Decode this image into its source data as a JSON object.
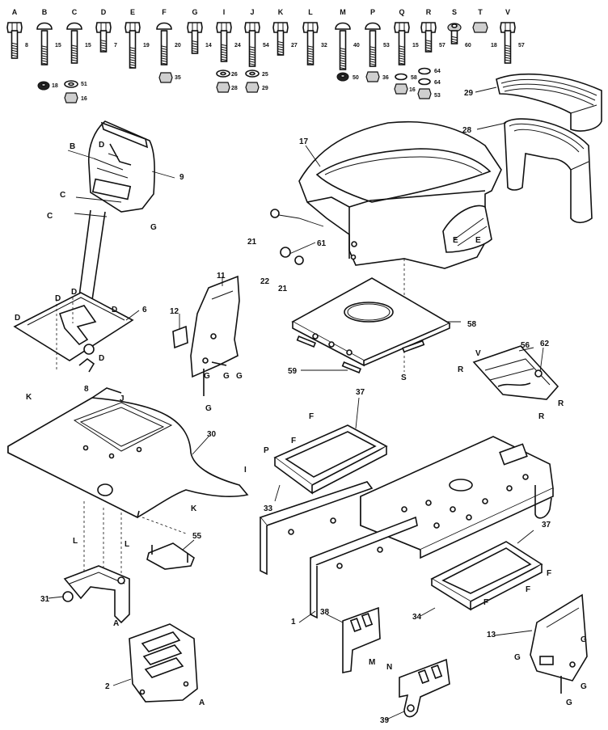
{
  "header_letters": [
    "A",
    "B",
    "C",
    "D",
    "E",
    "F",
    "G",
    "I",
    "J",
    "K",
    "L",
    "M",
    "P",
    "Q",
    "R",
    "S",
    "T",
    "V"
  ],
  "fastener_counts": [
    "8",
    "15",
    "15",
    "7",
    "19",
    "20",
    "14",
    "24",
    "54",
    "27",
    "32",
    "40",
    "53",
    "15",
    "57",
    "60",
    "18",
    "57"
  ],
  "small_hardware_counts": [
    "18",
    "51",
    "16",
    "35",
    "26",
    "25",
    "28",
    "29",
    "50",
    "36",
    "16",
    "58",
    "64",
    "64",
    "53"
  ],
  "part_numbers": [
    "29",
    "28",
    "17",
    "9",
    "21",
    "61",
    "22",
    "21",
    "6",
    "11",
    "12",
    "58",
    "59",
    "56",
    "62",
    "8",
    "37",
    "30",
    "55",
    "31",
    "33",
    "1",
    "34",
    "37",
    "38",
    "13",
    "2",
    "39"
  ],
  "part_letters": [
    "B",
    "D",
    "C",
    "C",
    "G",
    "D",
    "D",
    "D",
    "D",
    "G",
    "G",
    "G",
    "G",
    "S",
    "E",
    "V",
    "R",
    "R",
    "R",
    "K",
    "J",
    "F",
    "F",
    "P",
    "K",
    "I",
    "L",
    "L",
    "F",
    "F",
    "F",
    "M",
    "N",
    "A",
    "A",
    "G",
    "G",
    "G",
    "G"
  ]
}
